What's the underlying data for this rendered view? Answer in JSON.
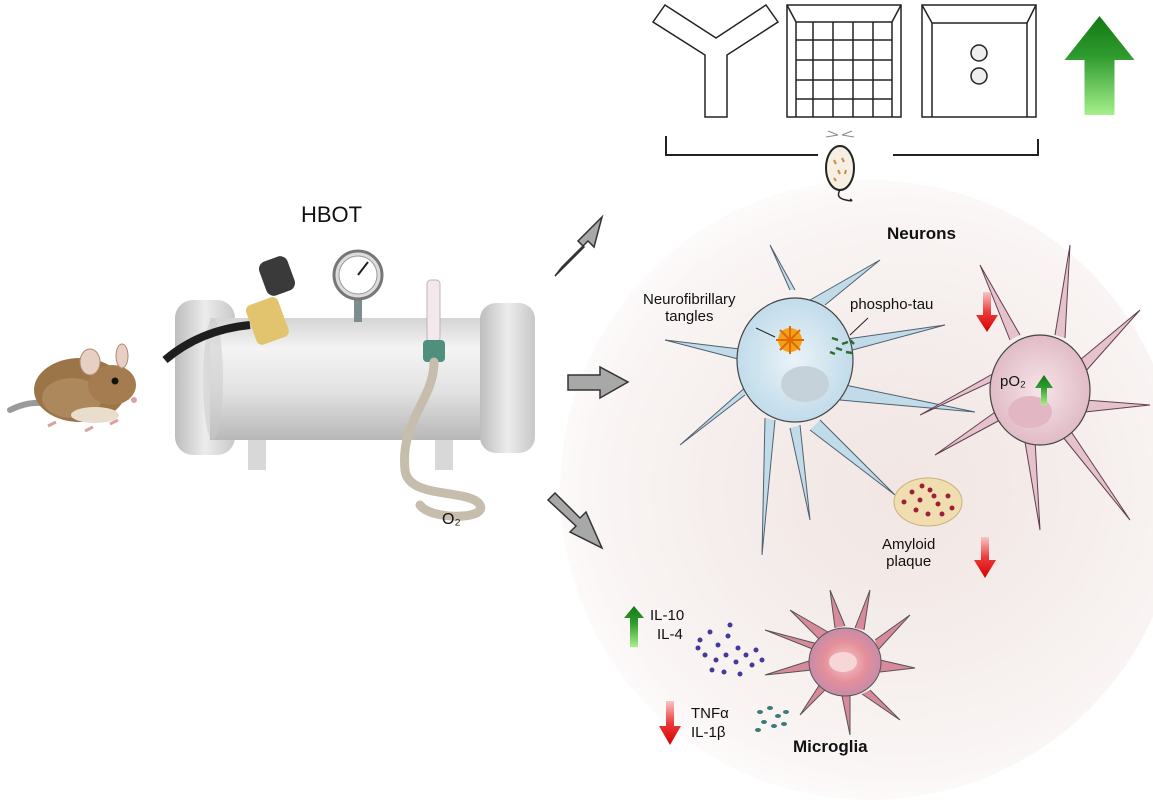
{
  "figure": {
    "chamber_label": "HBOT",
    "oxygen_label": "O₂",
    "behavior": {
      "tests": [
        "y-maze",
        "grid-open-field",
        "object-recognition-box"
      ],
      "outcome": "increase",
      "outcome_color": "#1f8a1f"
    },
    "neurons": {
      "title": "Neurons",
      "nft_label_line1": "Neurofibrillary",
      "nft_label_line2": "tangles",
      "ptau_label": "phospho-tau",
      "ptau_change": "decrease",
      "po2_label": "pO₂",
      "po2_change": "increase",
      "amyloid_line1": "Amyloid",
      "amyloid_line2": "plaque",
      "amyloid_change": "decrease"
    },
    "microglia": {
      "title": "Microglia",
      "anti_inflammatory": [
        "IL-10",
        "IL-4"
      ],
      "anti_inflammatory_change": "increase",
      "pro_inflammatory": [
        "TNFα",
        "IL-1β"
      ],
      "pro_inflammatory_change": "decrease"
    },
    "colors": {
      "up_arrow": "#1a8a1a",
      "down_arrow": "#e01010",
      "flow_arrow": "#a8a8a8",
      "neuron_blue": "#cfe3ef",
      "neuron_pink": "#ecd1d8",
      "microglia": "#d98a9a"
    }
  }
}
